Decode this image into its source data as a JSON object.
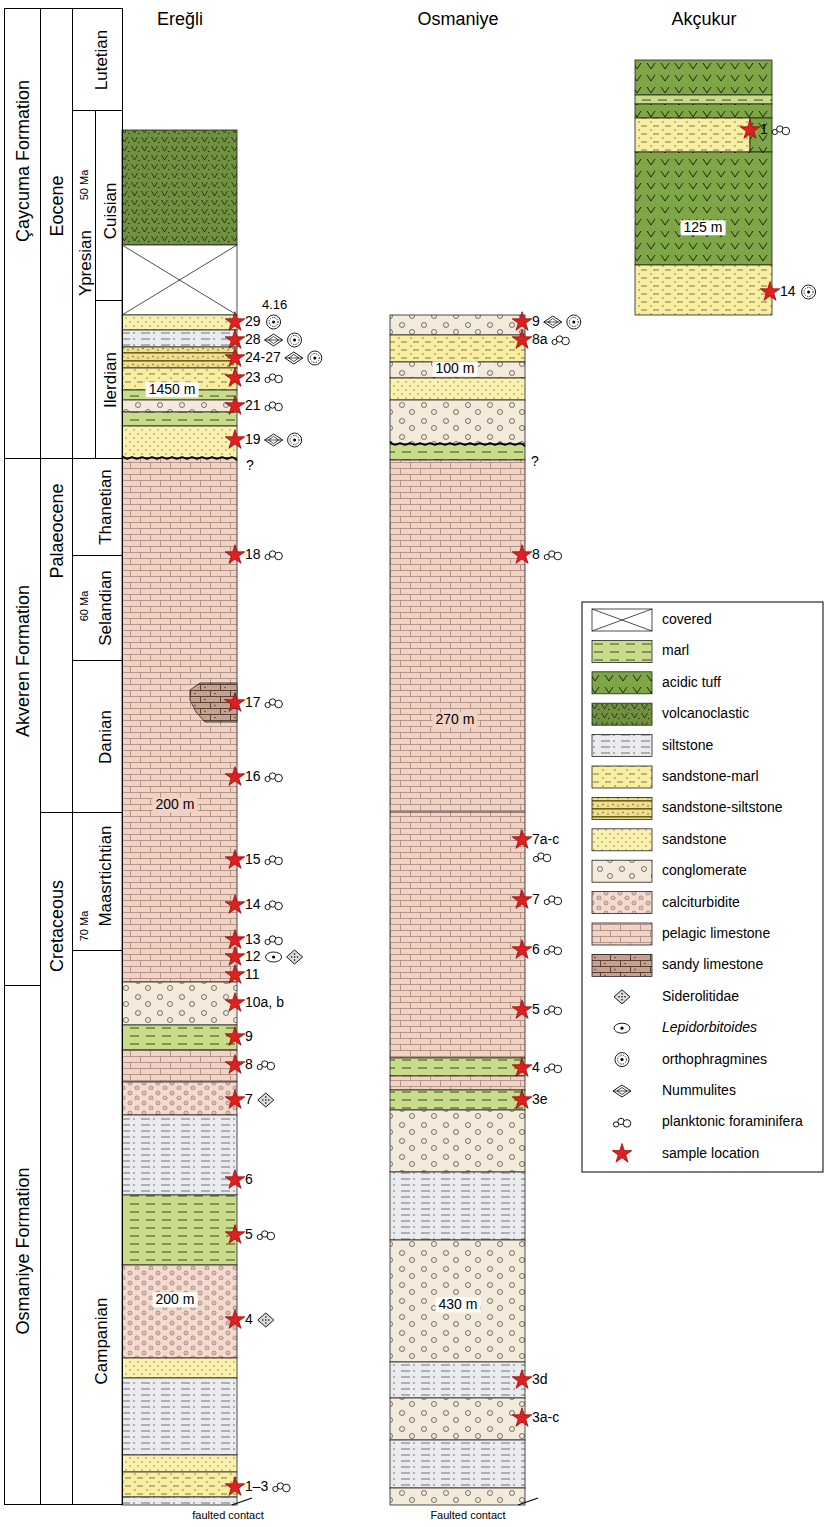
{
  "diagram": {
    "nodes": [
      {
        "text": [
          "Çaycuma Formation"
        ]
      },
      {
        "text": [
          "Akveren Formation"
        ]
      },
      {
        "text": [
          "Osmaniye Formation"
        ]
      },
      {
        "text": [
          "Eocene"
        ]
      },
      {
        "text": [
          "Palaeocene"
        ]
      },
      {
        "text": [
          "Cretaceous"
        ]
      },
      {
        "text": [
          "Lutetian"
        ]
      },
      {
        "text": [
          "Ypresian"
        ]
      },
      {
        "text": [
          "Cuisian"
        ]
      },
      {
        "text": [
          "Ilerdian"
        ]
      },
      {
        "text": [
          "Thanetian"
        ]
      },
      {
        "text": [
          "Selandian"
        ]
      },
      {
        "text": [
          "Danian"
        ]
      },
      {
        "text": [
          "Maasrtichtian"
        ]
      },
      {
        "text": [
          "Campanian"
        ]
      }
    ],
    "labels": [
      "Ereğli",
      "Osmaniye",
      "Akçukur",
      "50 Ma",
      "60 Ma",
      "70 Ma",
      "4.16",
      "29",
      "28",
      "24-27",
      "23",
      "1450 m",
      "21",
      "19",
      "?",
      "18",
      "17",
      "16",
      "200 m",
      "15",
      "14",
      "13",
      "12",
      "11",
      "10a, b",
      "9",
      "8",
      "7",
      "6",
      "5",
      "200 m",
      "4",
      "1–3",
      "faulted contact",
      "9",
      "8a",
      "100 m",
      "?",
      "8",
      "270 m",
      "7a-c",
      "7",
      "6",
      "5",
      "4",
      "3e",
      "430 m",
      "3d",
      "3a-c",
      "Faulted contact",
      "1",
      "125 m",
      "14"
    ],
    "legend": [
      {
        "text": "covered"
      },
      {
        "text": "marl",
        "color": "#c9dc8a"
      },
      {
        "text": "acidic tuff",
        "color": "#7ea646"
      },
      {
        "text": "volcanoclastic",
        "color": "#6f9140"
      },
      {
        "text": "siltstone",
        "color": "#e9ebee"
      },
      {
        "text": "sandstone-marl",
        "color": "#f8ee9e"
      },
      {
        "text": "sandstone-siltstone",
        "color": "#f1df88"
      },
      {
        "text": "sandstone",
        "color": "#fbf2ad"
      },
      {
        "text": "conglomerate",
        "color": "#f4ead9"
      },
      {
        "text": "calciturbidite",
        "color": "#f4d9cf"
      },
      {
        "text": "pelagic limestone",
        "color": "#f1d3c6"
      },
      {
        "text": "sandy limestone",
        "color": "#c7a08e"
      },
      {
        "text": "Siderolitidae"
      },
      {
        "text": "Lepidorbitoides"
      },
      {
        "text": "orthophragmines"
      },
      {
        "text": "Nummulites"
      },
      {
        "text": "planktonic foraminifera"
      },
      {
        "text": "sample location"
      }
    ]
  }
}
